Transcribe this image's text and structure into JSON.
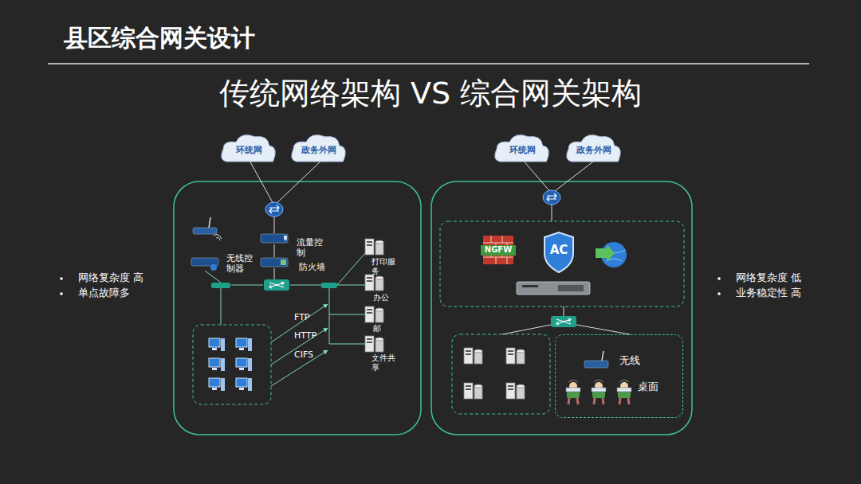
{
  "diagram": {
    "title": "县区综合网关设计",
    "nodes": [
      {
        "text": [
          "环统网"
        ]
      },
      {
        "text": [
          "政务外网"
        ]
      },
      {
        "text": [
          "环统网"
        ]
      },
      {
        "text": [
          "政务外网"
        ]
      },
      {
        "text": [
          "无线",
          "桌面"
        ]
      }
    ],
    "labels": [
      "传统网络架构 VS 综合网关架构",
      "无线控制器",
      "流量控制",
      "防火墙",
      "打印服务",
      "办公",
      "邮",
      "文件共享",
      "FTP",
      "HTTP",
      "CIFS",
      "网络复杂度 高",
      "单点故障多",
      "NGFW",
      "AC",
      "网络复杂度 低",
      "业务稳定性 高"
    ]
  }
}
